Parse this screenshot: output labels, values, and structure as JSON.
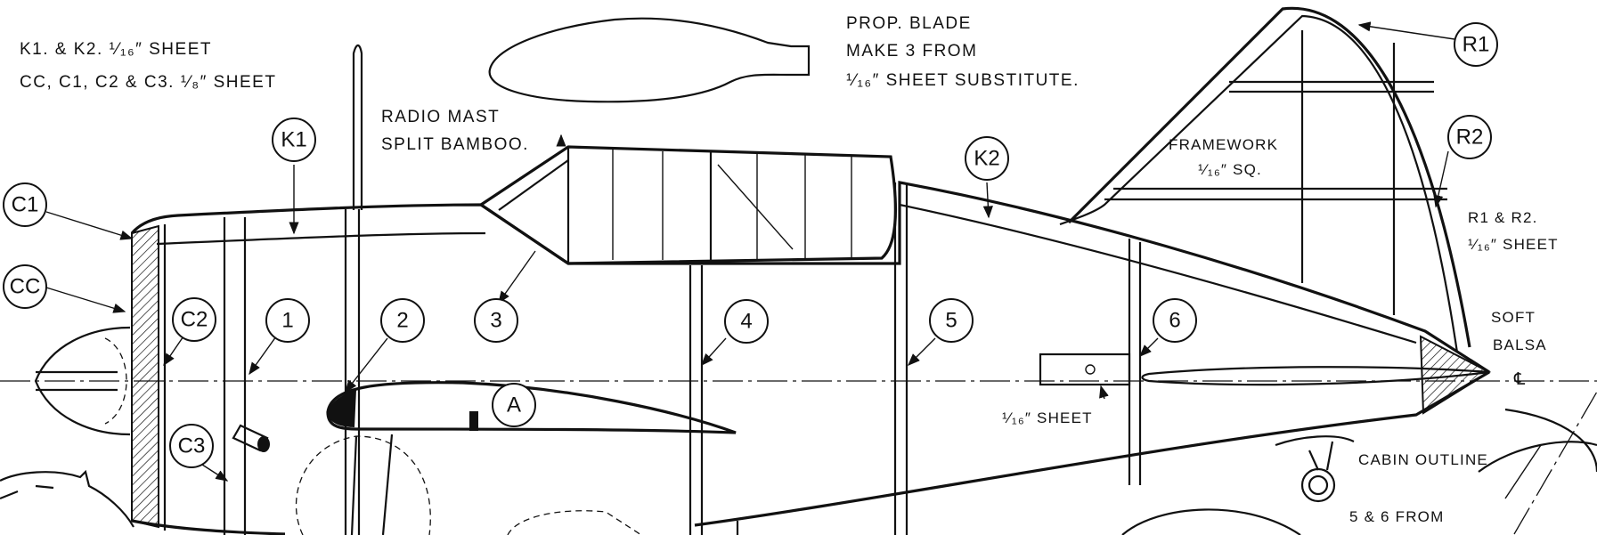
{
  "notes": {
    "k_sheet": "K1. & K2. ¹⁄₁₆″ SHEET",
    "c_sheet": "CC, C1, C2 & C3. ¹⁄₈″ SHEET",
    "prop_line1": "PROP. BLADE",
    "prop_line2": "MAKE 3 FROM",
    "prop_line3": "¹⁄₁₆″ SHEET SUBSTITUTE.",
    "radio_line1": "RADIO MAST",
    "radio_line2": "SPLIT BAMBOO.",
    "framework_line1": "FRAMEWORK",
    "framework_line2": "¹⁄₁₆″ SQ.",
    "r_line1": "R1 & R2.",
    "r_line2": "¹⁄₁₆″ SHEET",
    "soft_line1": "SOFT",
    "soft_line2": "BALSA",
    "centerline": "℄",
    "sheet_note": "¹⁄₁₆″ SHEET",
    "cabin": "CABIN OUTLINE",
    "from_note": "5 & 6 FROM"
  },
  "callouts": {
    "k1": "K1",
    "k2": "K2",
    "c1": "C1",
    "cc": "CC",
    "c2": "C2",
    "c3": "C3",
    "f1": "1",
    "f2": "2",
    "f3": "3",
    "f4": "4",
    "f5": "5",
    "f6": "6",
    "a": "A",
    "r1": "R1",
    "r2": "R2"
  }
}
